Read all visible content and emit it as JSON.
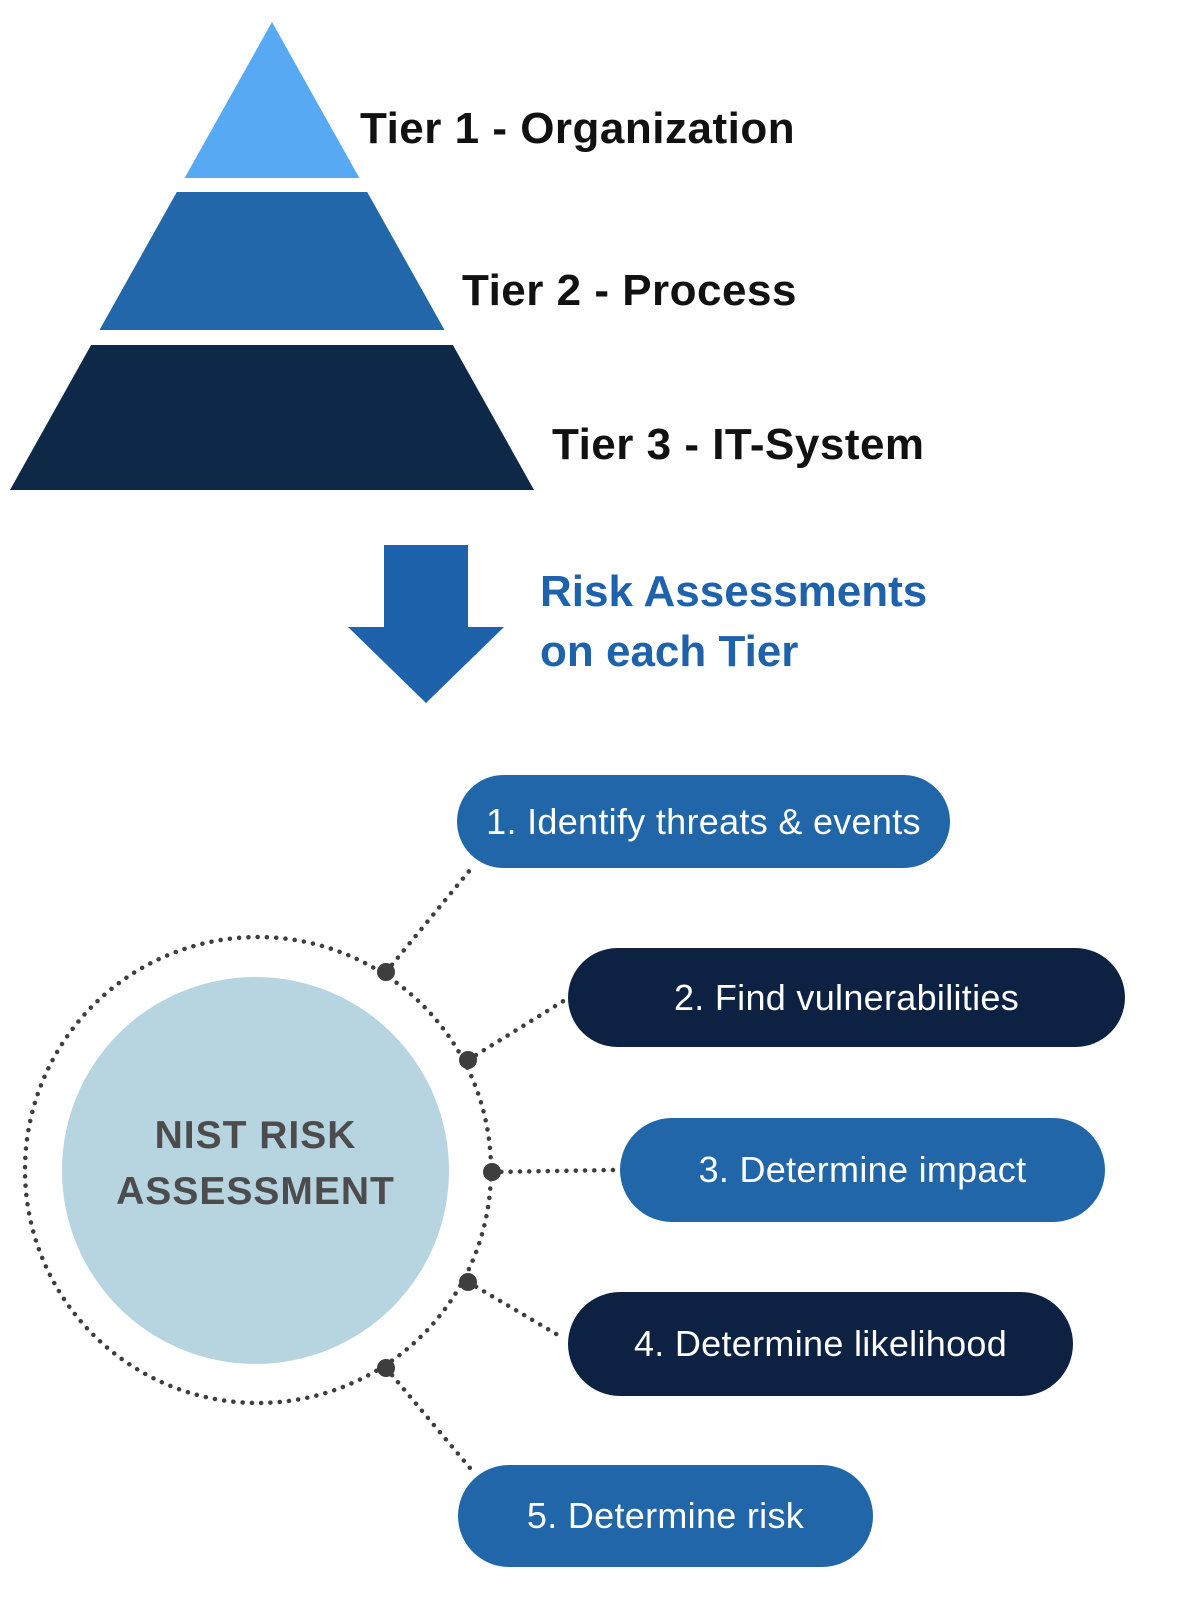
{
  "palette": {
    "tier1_fill": "#57a9f4",
    "tier2_fill": "#2167a9",
    "tier3_fill": "#0e2847",
    "arrow_fill": "#1e62ab",
    "caption_text": "#1e62ab",
    "heading_text": "#111111",
    "pill_blue": "#2166a8",
    "pill_navy": "#0d2243",
    "pill_text": "#ffffff",
    "hub_fill": "#b7d4e1",
    "hub_text": "#4c4c4c",
    "dots": "#3e3e3e"
  },
  "pyramid": {
    "tiers": [
      {
        "label": "Tier 1 - Organization"
      },
      {
        "label": "Tier 2 - Process"
      },
      {
        "label": "Tier 3 - IT-System"
      }
    ]
  },
  "arrow_caption": {
    "line1": "Risk Assessments",
    "line2": "on each Tier"
  },
  "hub": {
    "line1": "NIST RISK",
    "line2": "ASSESSMENT"
  },
  "steps": [
    {
      "label": "1. Identify threats & events",
      "variant": "blue"
    },
    {
      "label": "2. Find vulnerabilities",
      "variant": "navy"
    },
    {
      "label": "3. Determine impact",
      "variant": "blue"
    },
    {
      "label": "4. Determine likelihood",
      "variant": "navy"
    },
    {
      "label": "5. Determine risk",
      "variant": "blue"
    }
  ]
}
